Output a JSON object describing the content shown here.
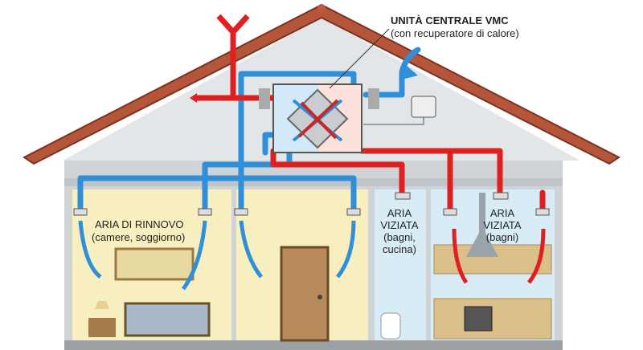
{
  "title": {
    "main": "UNITÀ CENTRALE VMC",
    "sub": "(con recuperatore di calore)"
  },
  "labels": {
    "fresh_air": {
      "line1": "ARIA DI RINNOVO",
      "line2": "(camere, soggiorno)"
    },
    "stale_bath_kitchen": {
      "line1": "ARIA",
      "line2": "VIZIATA",
      "line3": "(bagni,",
      "line4": "cucina)"
    },
    "stale_bath": {
      "line1": "ARIA",
      "line2": "VIZIATA",
      "line3": "(bagni)"
    }
  },
  "colors": {
    "fresh": "#2f8fd8",
    "stale": "#e02020",
    "roof": "#b5553a",
    "room_warm": "#f8efc0",
    "room_cool": "#d8ecf6",
    "attic": "#dfe3e6"
  }
}
